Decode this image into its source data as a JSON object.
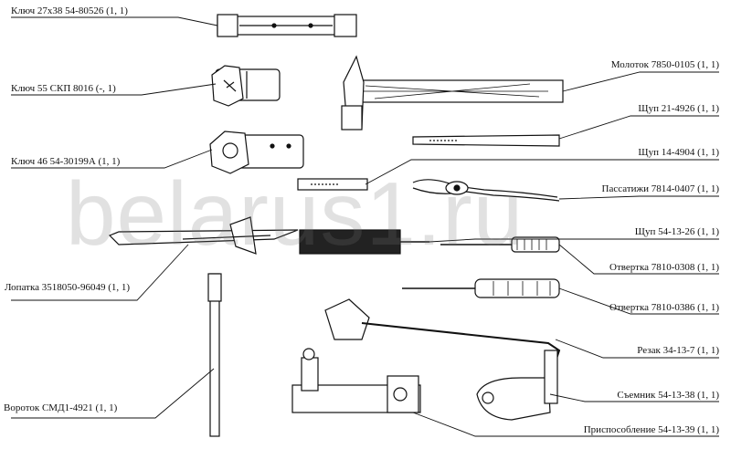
{
  "watermark": "belarus1.ru",
  "labels": {
    "key_27x38": "Ключ 27х38 54-80526 (1, 1)",
    "key_55": "Ключ 55 СКП 8016 (-, 1)",
    "key_46": "Ключ 46 54-30199А (1, 1)",
    "blade": "Лопатка 3518050-96049 (1, 1)",
    "wrench_handle": "Вороток СМД1-4921 (1, 1)",
    "hammer": "Молоток 7850-0105 (1, 1)",
    "feeler_21": "Щуп 21-4926 (1, 1)",
    "feeler_14": "Щуп 14-4904 (1, 1)",
    "pliers": "Пассатижи 7814-0407 (1, 1)",
    "feeler_54": "Щуп 54-13-26 (1, 1)",
    "screwdriver_0308": "Отвертка 7810-0308 (1, 1)",
    "screwdriver_0386": "Отвертка 7810-0386 (1, 1)",
    "cutter": "Резак 34-13-7 (1, 1)",
    "puller": "Съемник 54-13-38 (1, 1)",
    "fixture": "Приспособление 54-13-39 (1, 1)"
  }
}
